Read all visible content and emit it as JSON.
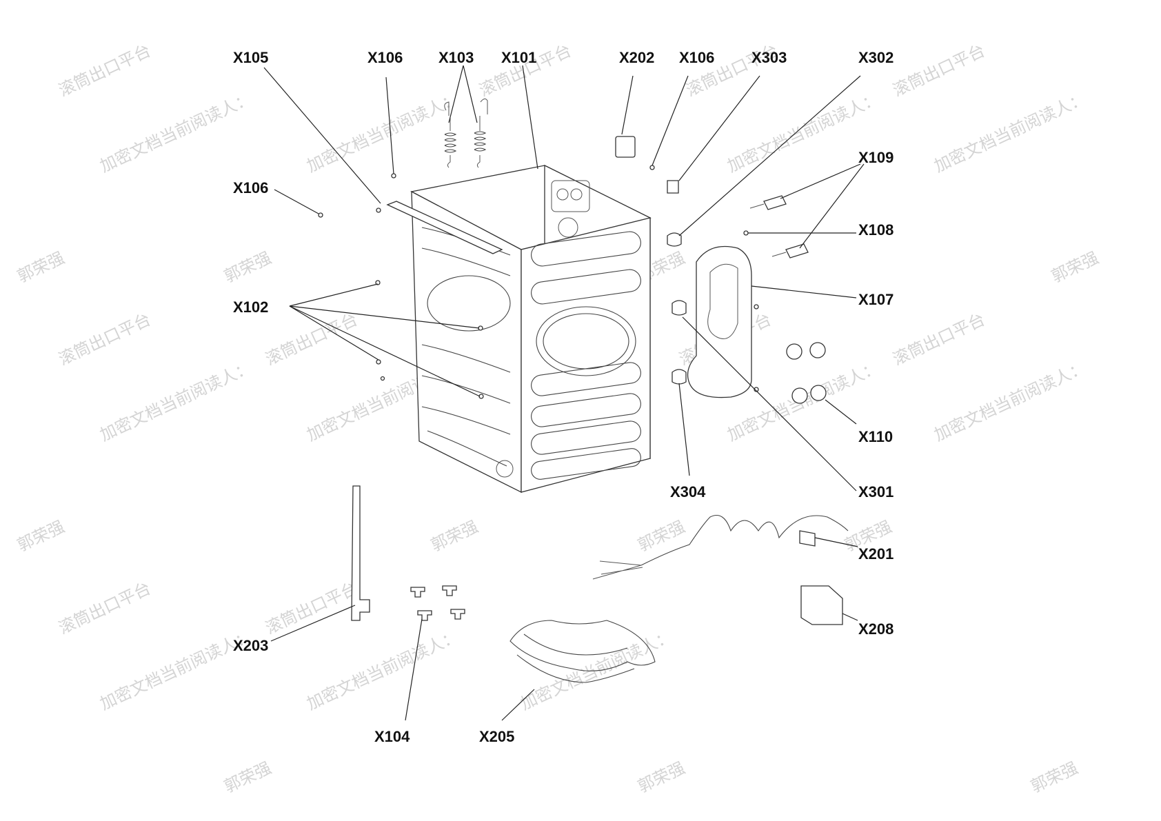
{
  "colors": {
    "background": "#ffffff",
    "line": "#222222",
    "watermark": "#d4d4d4"
  },
  "watermarks": [
    "滚筒出口平台",
    "加密文档当前阅读人：",
    "郭荣强"
  ],
  "labels": {
    "x105": "X105",
    "x106_top": "X106",
    "x103": "X103",
    "x101": "X101",
    "x202": "X202",
    "x106_right": "X106",
    "x303": "X303",
    "x302": "X302",
    "x106_left": "X106",
    "x109": "X109",
    "x108": "X108",
    "x102": "X102",
    "x107": "X107",
    "x110": "X110",
    "x304": "X304",
    "x301": "X301",
    "x201": "X201",
    "x208": "X208",
    "x203": "X203",
    "x104": "X104",
    "x205": "X205"
  }
}
